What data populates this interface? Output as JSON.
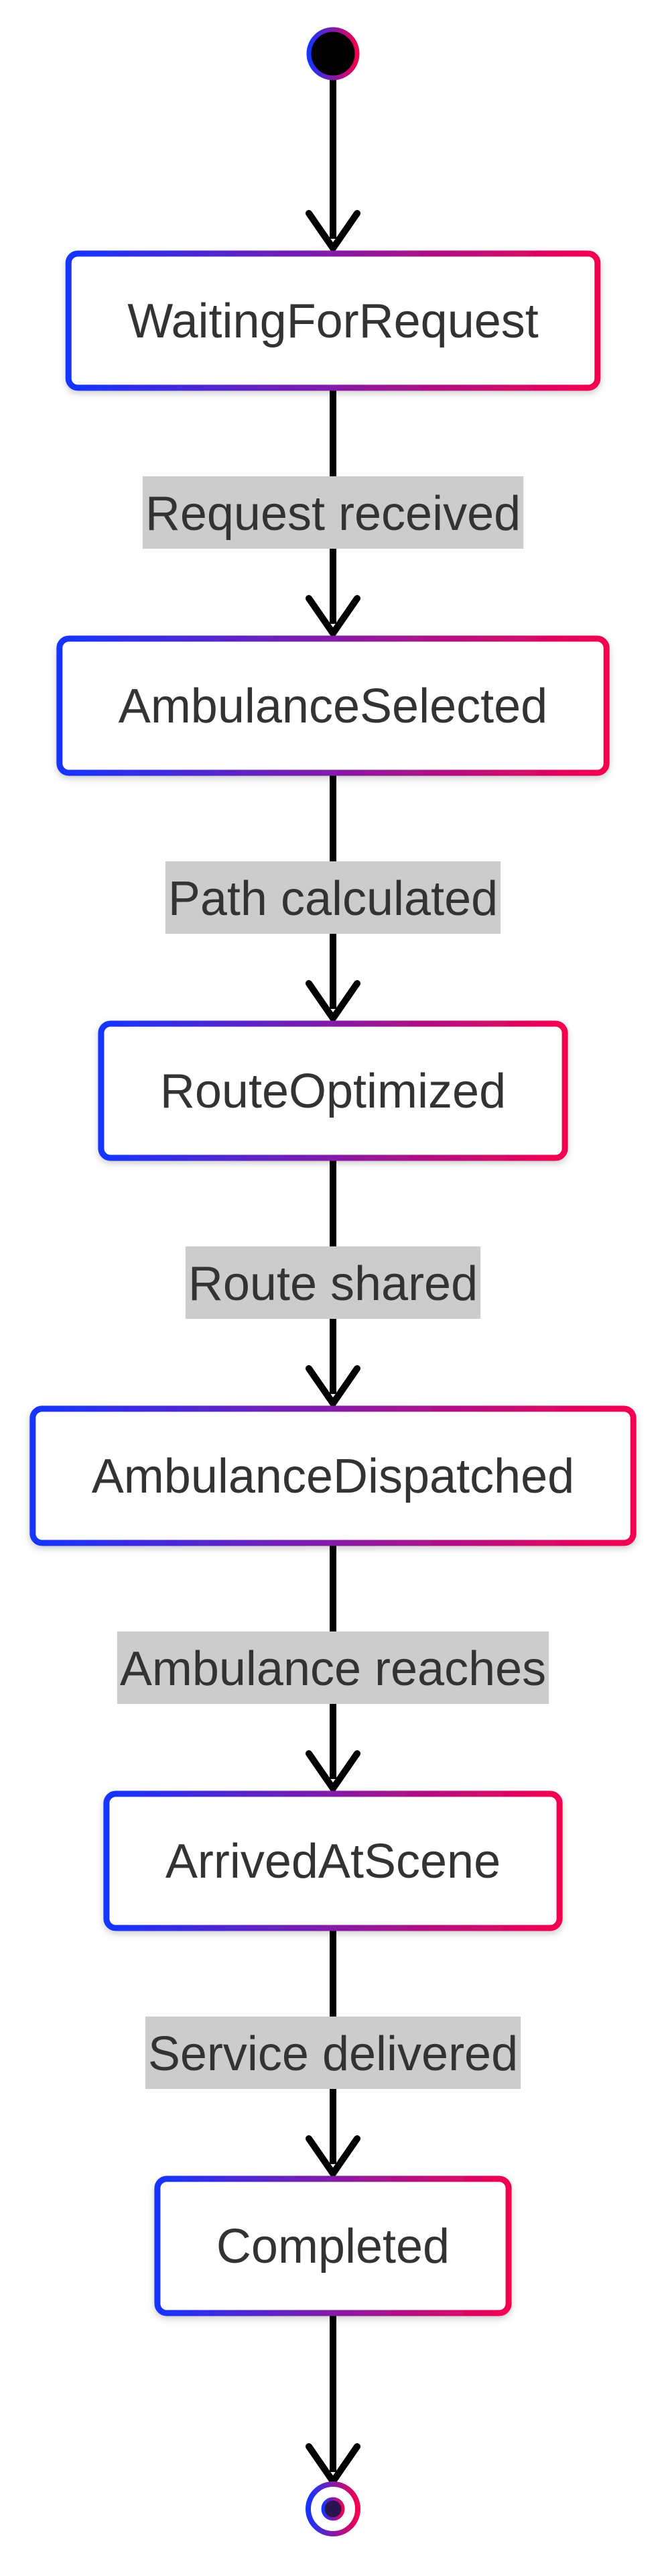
{
  "diagram": {
    "colors": {
      "gradient_start": "#1434ff",
      "gradient_end": "#f5004f",
      "line": "#000000",
      "label_bg": "#cccccc",
      "text": "#333333",
      "node_fill": "#ffffff",
      "start_fill": "#000000"
    },
    "states": [
      {
        "id": "waiting",
        "label": "WaitingForRequest"
      },
      {
        "id": "selected",
        "label": "AmbulanceSelected"
      },
      {
        "id": "optimized",
        "label": "RouteOptimized"
      },
      {
        "id": "dispatched",
        "label": "AmbulanceDispatched"
      },
      {
        "id": "arrived",
        "label": "ArrivedAtScene"
      },
      {
        "id": "completed",
        "label": "Completed"
      }
    ],
    "transitions": [
      {
        "from": "waiting",
        "to": "selected",
        "label": "Request received"
      },
      {
        "from": "selected",
        "to": "optimized",
        "label": "Path calculated"
      },
      {
        "from": "optimized",
        "to": "dispatched",
        "label": "Route shared"
      },
      {
        "from": "dispatched",
        "to": "arrived",
        "label": "Ambulance reaches"
      },
      {
        "from": "arrived",
        "to": "completed",
        "label": "Service delivered"
      }
    ]
  }
}
